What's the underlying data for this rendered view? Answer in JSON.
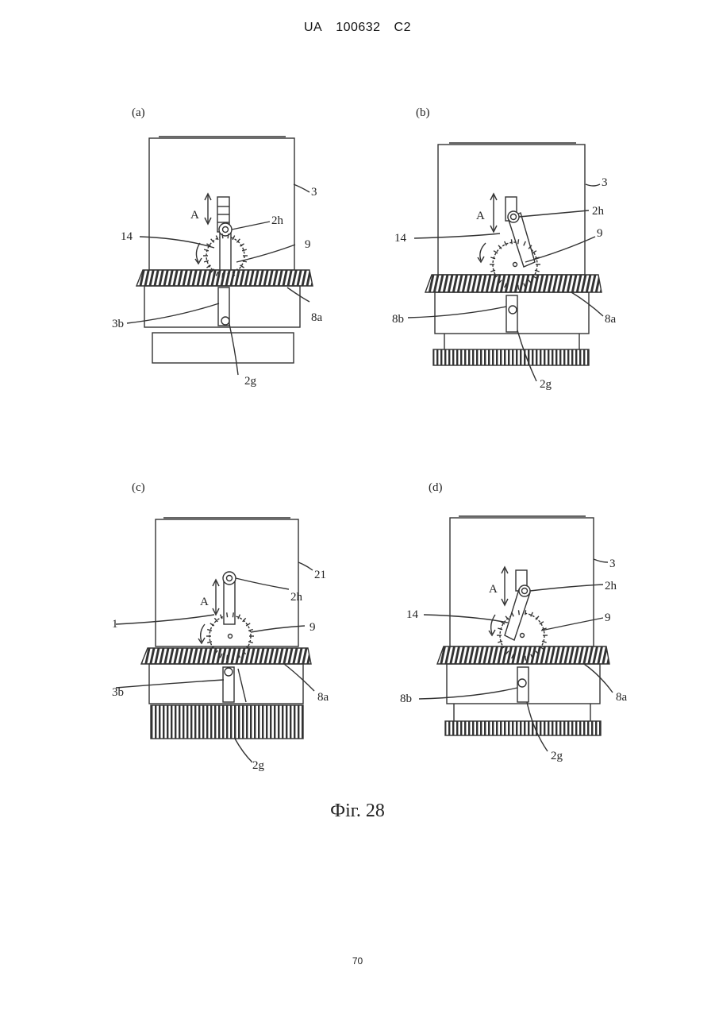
{
  "header": {
    "country": "UA",
    "number": "100632",
    "kind": "C2"
  },
  "figure_caption": "Фіг. 28",
  "page_number": "70",
  "panels": [
    {
      "id": "a",
      "tag": "(a)",
      "labels": [
        "3",
        "A",
        "2h",
        "14",
        "9",
        "8a",
        "3b",
        "2g"
      ]
    },
    {
      "id": "b",
      "tag": "(b)",
      "labels": [
        "3",
        "A",
        "2h",
        "14",
        "9",
        "8b",
        "8a",
        "2g"
      ]
    },
    {
      "id": "c",
      "tag": "(c)",
      "labels": [
        "21",
        "A",
        "2h",
        "1",
        "9",
        "3b",
        "8a",
        "2g"
      ]
    },
    {
      "id": "d",
      "tag": "(d)",
      "labels": [
        "3",
        "A",
        "2h",
        "14",
        "9",
        "8b",
        "8a",
        "2g"
      ]
    }
  ]
}
